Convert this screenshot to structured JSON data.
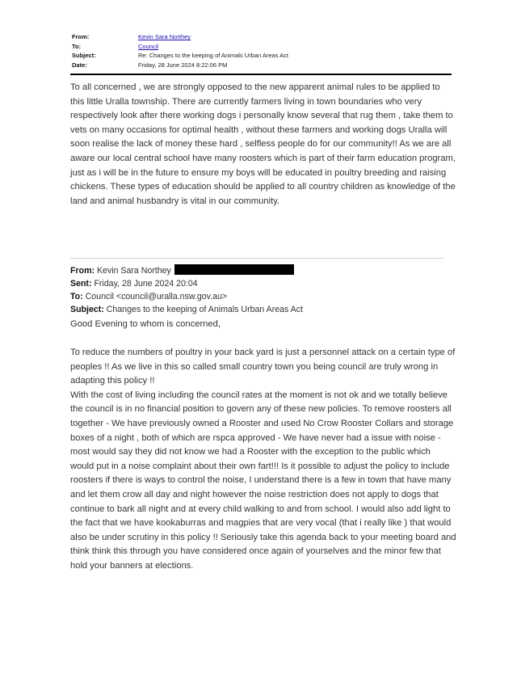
{
  "header": {
    "from_label": "From:",
    "from_value": "Kevin Sara Northey",
    "to_label": "To:",
    "to_value": "Council",
    "subject_label": "Subject:",
    "subject_value": "Re: Changes to the keeping of Animals Urban Areas Act",
    "date_label": "Date:",
    "date_value": "Friday, 28 June 2024 8:22:06 PM"
  },
  "reply": {
    "body": "To all concerned , we are strongly opposed to the new apparent animal rules to be applied to this little Uralla township. There are currently farmers living in town boundaries who very respectively look after there working dogs i personally know several that rug them , take them to vets on many occasions for optimal health , without these farmers and working dogs Uralla will soon realise the lack of money these hard , selfless people do for our community!! As we are all aware our local central school have many roosters which is part of their farm education program, just as i will be in the future to ensure my boys will be educated in poultry breeding and raising chickens. These types of education should be applied to all country children as knowledge of the land and animal husbandry is vital in our community."
  },
  "original": {
    "from_label": "From:",
    "from_value": "Kevin Sara Northey",
    "sent_label": "Sent:",
    "sent_value": "Friday, 28 June 2024 20:04",
    "to_label": "To:",
    "to_value": "Council <council@uralla.nsw.gov.au>",
    "subject_label": "Subject:",
    "subject_value": "Changes to the keeping of Animals Urban Areas Act",
    "greeting": "Good Evening to whom is concerned,",
    "paragraph1": "To reduce the numbers of poultry in your back yard is just a personnel attack on a certain type of peoples !! As we live in this so called small country town you being council are truly wrong in adapting this policy !!",
    "paragraph2": "With the cost of living including the council rates at the moment is not ok and we totally believe the council is in no financial position to govern any of these new policies. To remove roosters all together - We have previously owned a Rooster and used No Crow Rooster Collars and storage boxes of a night , both of which are rspca approved - We have never had a issue with noise - most would say they did not know we had a Rooster with the exception to the public which would put in a noise complaint about their own fart!!! Is it possible to adjust the policy to include roosters if there is ways to control the noise, I understand there is a few in town that have many and let them crow all day and night however the noise restriction does not apply to dogs that continue to bark all night and at every child walking to and from school. I would also add light to the fact that we have kookaburras and magpies that are very vocal (that i really like ) that would also be under scrutiny in this policy !! Seriously take this agenda back to your meeting board and think think this through you have considered once again of yourselves and the minor few that hold your banners at elections."
  }
}
